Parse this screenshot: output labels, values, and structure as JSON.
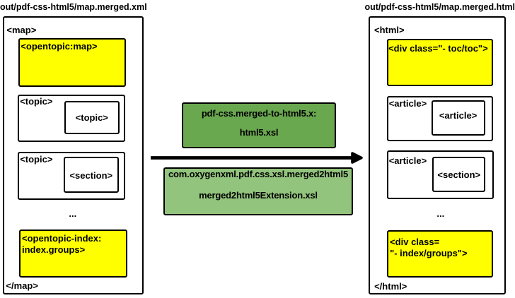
{
  "colors": {
    "background": "#ffffff",
    "border": "#000000",
    "yellow": "#ffff00",
    "green_dark": "#6aa84f",
    "green_light": "#93c47d"
  },
  "left_diagram": {
    "title": "out/pdf-css-html5/map.merged.xml",
    "open_tag": "<map>",
    "close_tag": "</map>",
    "opentopic_map": "<opentopic:map>",
    "topic1": {
      "outer": "<topic>",
      "inner": "<topic>"
    },
    "topic2": {
      "outer": "<topic>",
      "inner": "<section>"
    },
    "ellipsis": "...",
    "opentopic_index": {
      "line1": "<opentopic-index:",
      "line2": "index.groups>"
    }
  },
  "transform": {
    "xslt_box": {
      "line1": "pdf-css.merged-to-html5.x:",
      "line2": "html5.xsl"
    },
    "extension_box": {
      "line1": "com.oxygenxml.pdf.css.xsl.merged2html5",
      "line2": "merged2html5Extension.xsl"
    }
  },
  "right_diagram": {
    "title": "out/pdf-css-html5/map.merged.html",
    "open_tag": "<html>",
    "close_tag": "</html>",
    "toc_div": "<div class=\"- toc/toc\">",
    "article1": {
      "outer": "<article>",
      "inner": "<article>"
    },
    "article2": {
      "outer": "<article>",
      "inner": "<section>"
    },
    "ellipsis": "...",
    "index_div": {
      "line1": "<div class=",
      "line2": "\"- index/groups\">"
    }
  }
}
